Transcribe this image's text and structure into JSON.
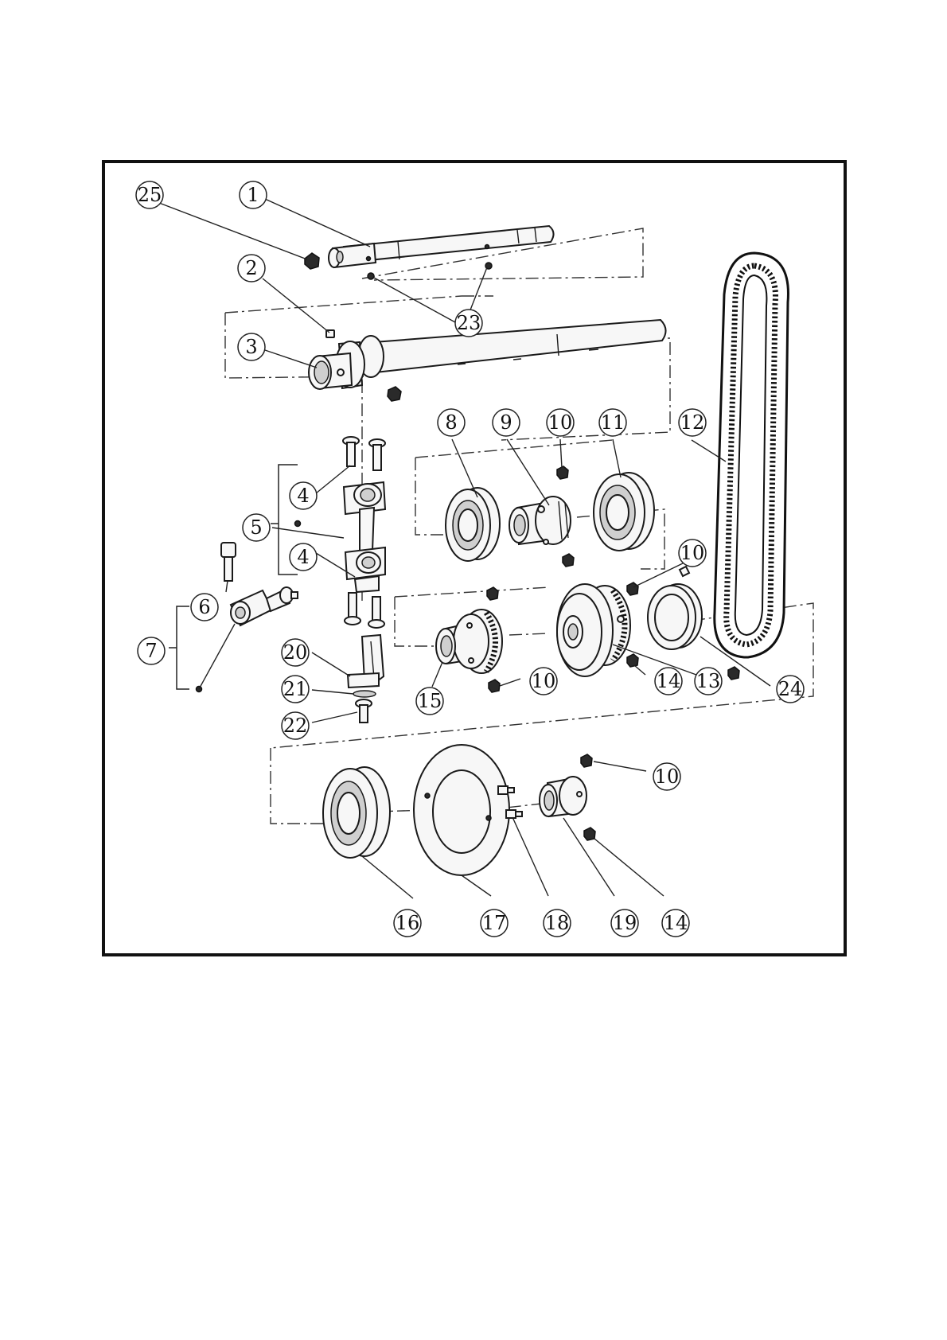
{
  "callouts": [
    {
      "id": "c25",
      "label": "25"
    },
    {
      "id": "c1",
      "label": "1"
    },
    {
      "id": "c2",
      "label": "2"
    },
    {
      "id": "c23",
      "label": "23"
    },
    {
      "id": "c3",
      "label": "3"
    },
    {
      "id": "c8",
      "label": "8"
    },
    {
      "id": "c9",
      "label": "9"
    },
    {
      "id": "c10a",
      "label": "10"
    },
    {
      "id": "c11",
      "label": "11"
    },
    {
      "id": "c12",
      "label": "12"
    },
    {
      "id": "c4a",
      "label": "4"
    },
    {
      "id": "c5",
      "label": "5"
    },
    {
      "id": "c4b",
      "label": "4"
    },
    {
      "id": "c10b",
      "label": "10"
    },
    {
      "id": "c6",
      "label": "6"
    },
    {
      "id": "c7",
      "label": "7"
    },
    {
      "id": "c20",
      "label": "20"
    },
    {
      "id": "c21",
      "label": "21"
    },
    {
      "id": "c22",
      "label": "22"
    },
    {
      "id": "c15",
      "label": "15"
    },
    {
      "id": "c10c",
      "label": "10"
    },
    {
      "id": "c14a",
      "label": "14"
    },
    {
      "id": "c13",
      "label": "13"
    },
    {
      "id": "c24",
      "label": "24"
    },
    {
      "id": "c10d",
      "label": "10"
    },
    {
      "id": "c16",
      "label": "16"
    },
    {
      "id": "c17",
      "label": "17"
    },
    {
      "id": "c18",
      "label": "18"
    },
    {
      "id": "c19",
      "label": "19"
    },
    {
      "id": "c14b",
      "label": "14"
    }
  ]
}
